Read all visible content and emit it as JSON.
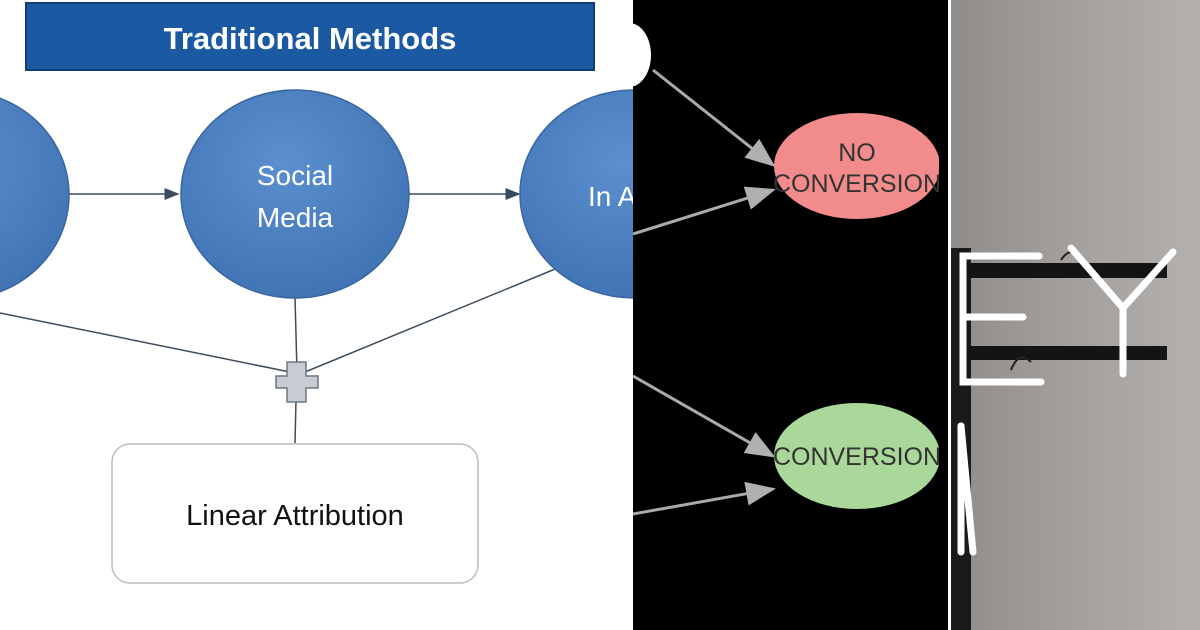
{
  "header": {
    "title": "Traditional Methods"
  },
  "nodes": {
    "social_media": {
      "line1": "Social",
      "line2": "Media"
    },
    "in_app_partial": "In A",
    "linear_attribution": "Linear Attribution"
  },
  "outcomes": {
    "no_conversion": {
      "line1": "NO",
      "line2": "CONVERSION"
    },
    "conversion": "CONVERSION"
  },
  "neon_sign": {
    "letters": "EY N"
  },
  "colors": {
    "header_bg": "#1b5aa3",
    "channel_node": "#4f81bd",
    "no_conversion": "#f28b8b",
    "conversion": "#a9d89a",
    "neon": "#ffffff"
  },
  "icons": {
    "combine": "plus-icon"
  }
}
